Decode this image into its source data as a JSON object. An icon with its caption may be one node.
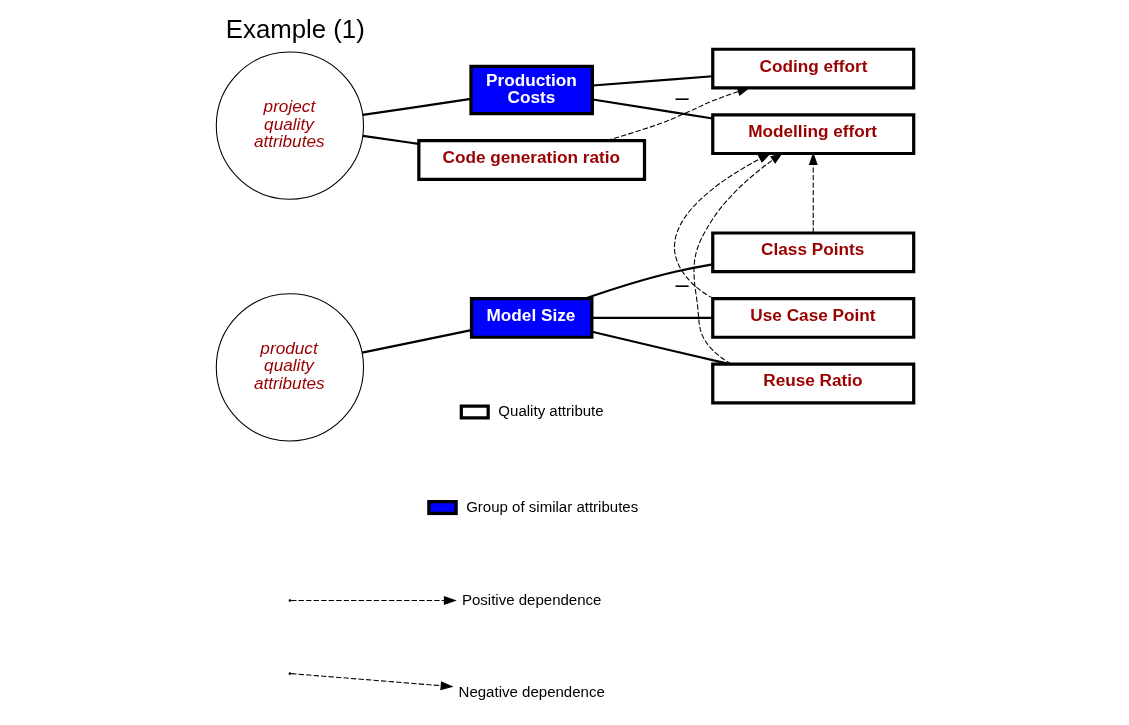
{
  "diagram": {
    "title": "Example (1)",
    "nodes": [
      {
        "text": [
          "project quality attributes"
        ]
      },
      {
        "text": [
          "Production Costs"
        ]
      },
      {
        "text": [
          "Coding effort"
        ]
      },
      {
        "text": [
          "Modelling effort"
        ]
      },
      {
        "text": [
          "Code generation ratio"
        ]
      },
      {
        "text": [
          "product quality attributes"
        ]
      },
      {
        "text": [
          "Model Size"
        ]
      },
      {
        "text": [
          "Class Points"
        ]
      },
      {
        "text": [
          "Use Case Point"
        ]
      },
      {
        "text": [
          "Reuse Ratio"
        ]
      }
    ],
    "edges": [
      {
        "from": 0,
        "to": 1,
        "arrow": "none"
      },
      {
        "from": 0,
        "to": 4,
        "arrow": "none"
      },
      {
        "from": 1,
        "to": 2,
        "arrow": "none"
      },
      {
        "from": 1,
        "to": 3,
        "arrow": "none"
      },
      {
        "from": 5,
        "to": 6,
        "arrow": "none"
      },
      {
        "from": 6,
        "to": 7,
        "arrow": "none"
      },
      {
        "from": 6,
        "to": 8,
        "arrow": "none"
      },
      {
        "from": 6,
        "to": 9,
        "arrow": "none"
      },
      {
        "from": 4,
        "to": 2,
        "arrow": "to",
        "style": "dashed",
        "label": "–"
      },
      {
        "from": 7,
        "to": 3,
        "arrow": "to",
        "style": "dashed"
      },
      {
        "from": 8,
        "to": 3,
        "arrow": "to",
        "style": "dashed"
      },
      {
        "from": 9,
        "to": 3,
        "arrow": "to",
        "style": "dashed",
        "label": "–"
      }
    ],
    "legend": [
      {
        "text": "Quality attribute",
        "color": "#ffffff"
      },
      {
        "text": "Group of similar attributes",
        "color": "#0000ff"
      },
      {
        "text": "Positive dependence"
      },
      {
        "text": "Negative dependence"
      }
    ]
  }
}
